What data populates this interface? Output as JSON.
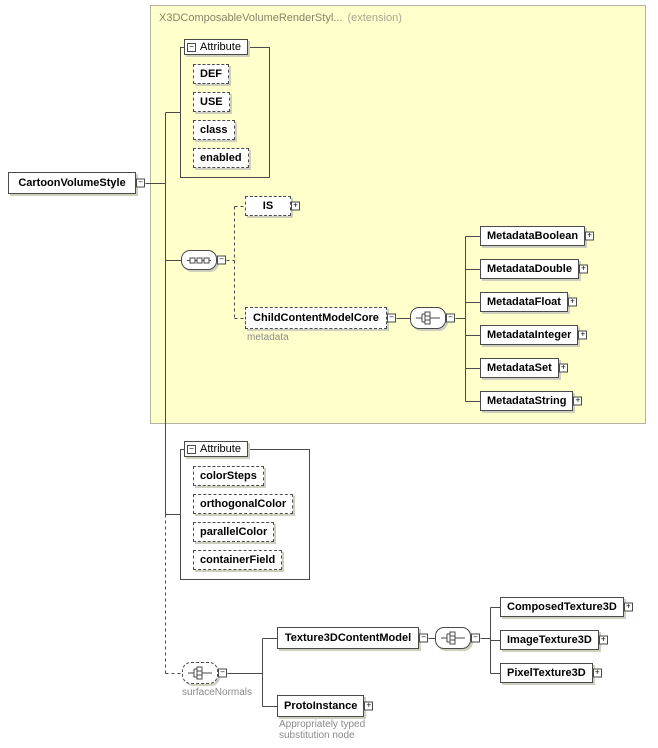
{
  "colors": {
    "extension_bg": "#ffffcc"
  },
  "icons": {
    "collapse": "−",
    "expand": "+"
  },
  "extension": {
    "title": "X3DComposableVolumeRenderStyl...",
    "tag": "(extension)"
  },
  "nodes": {
    "root": "CartoonVolumeStyle",
    "is": "IS",
    "child_content_model": "ChildContentModelCore",
    "child_content_model_caption": "metadata",
    "metadata": [
      "MetadataBoolean",
      "MetadataDouble",
      "MetadataFloat",
      "MetadataInteger",
      "MetadataSet",
      "MetadataString"
    ],
    "texture_model": "Texture3DContentModel",
    "textures": [
      "ComposedTexture3D",
      "ImageTexture3D",
      "PixelTexture3D"
    ],
    "proto": "ProtoInstance",
    "proto_caption1": "Appropriately typed",
    "proto_caption2": "substitution node",
    "surface_normals_caption": "surfaceNormals"
  },
  "attribute_groups": {
    "core": {
      "header": "Attribute",
      "items": [
        "DEF",
        "USE",
        "class",
        "enabled"
      ]
    },
    "style": {
      "header": "Attribute",
      "items": [
        "colorSteps",
        "orthogonalColor",
        "parallelColor",
        "containerField"
      ]
    }
  }
}
